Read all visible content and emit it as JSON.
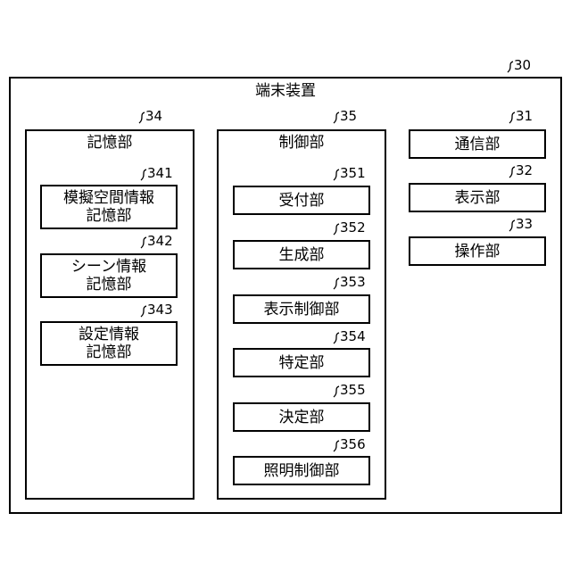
{
  "device": {
    "ref": "30",
    "title": "端末装置"
  },
  "storage": {
    "ref": "34",
    "title": "記憶部",
    "items": [
      {
        "ref": "341",
        "line1": "模擬空間情報",
        "line2": "記憶部"
      },
      {
        "ref": "342",
        "line1": "シーン情報",
        "line2": "記憶部"
      },
      {
        "ref": "343",
        "line1": "設定情報",
        "line2": "記憶部"
      }
    ]
  },
  "control": {
    "ref": "35",
    "title": "制御部",
    "items": [
      {
        "ref": "351",
        "label": "受付部"
      },
      {
        "ref": "352",
        "label": "生成部"
      },
      {
        "ref": "353",
        "label": "表示制御部"
      },
      {
        "ref": "354",
        "label": "特定部"
      },
      {
        "ref": "355",
        "label": "決定部"
      },
      {
        "ref": "356",
        "label": "照明制御部"
      }
    ]
  },
  "units": [
    {
      "ref": "31",
      "label": "通信部"
    },
    {
      "ref": "32",
      "label": "表示部"
    },
    {
      "ref": "33",
      "label": "操作部"
    }
  ]
}
